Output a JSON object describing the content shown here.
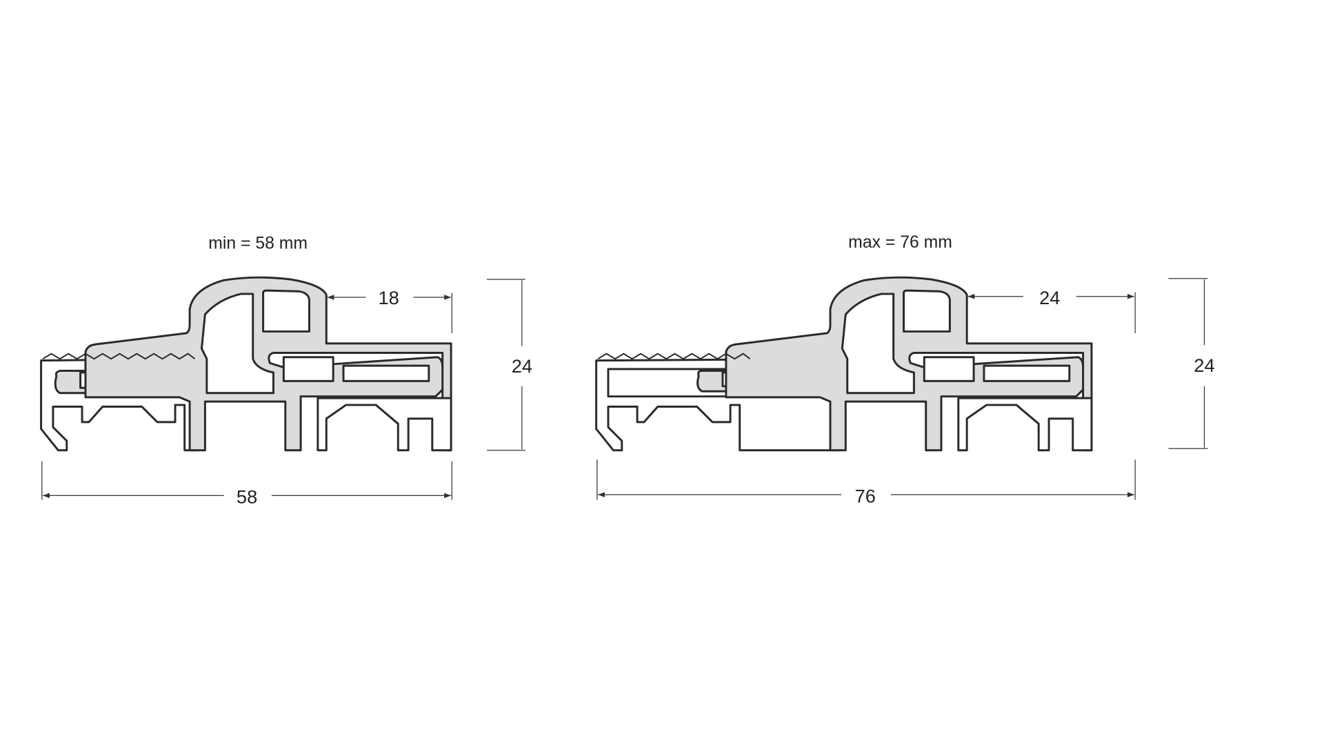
{
  "profiles": [
    {
      "caption": "min = 58 mm",
      "width_label": "58",
      "height_label": "24",
      "top_label": "18"
    },
    {
      "caption": "max = 76 mm",
      "width_label": "76",
      "height_label": "24",
      "top_label": "24"
    }
  ],
  "colors": {
    "profile_fill": "#dcdcdc",
    "outline": "#2a2a2a"
  }
}
